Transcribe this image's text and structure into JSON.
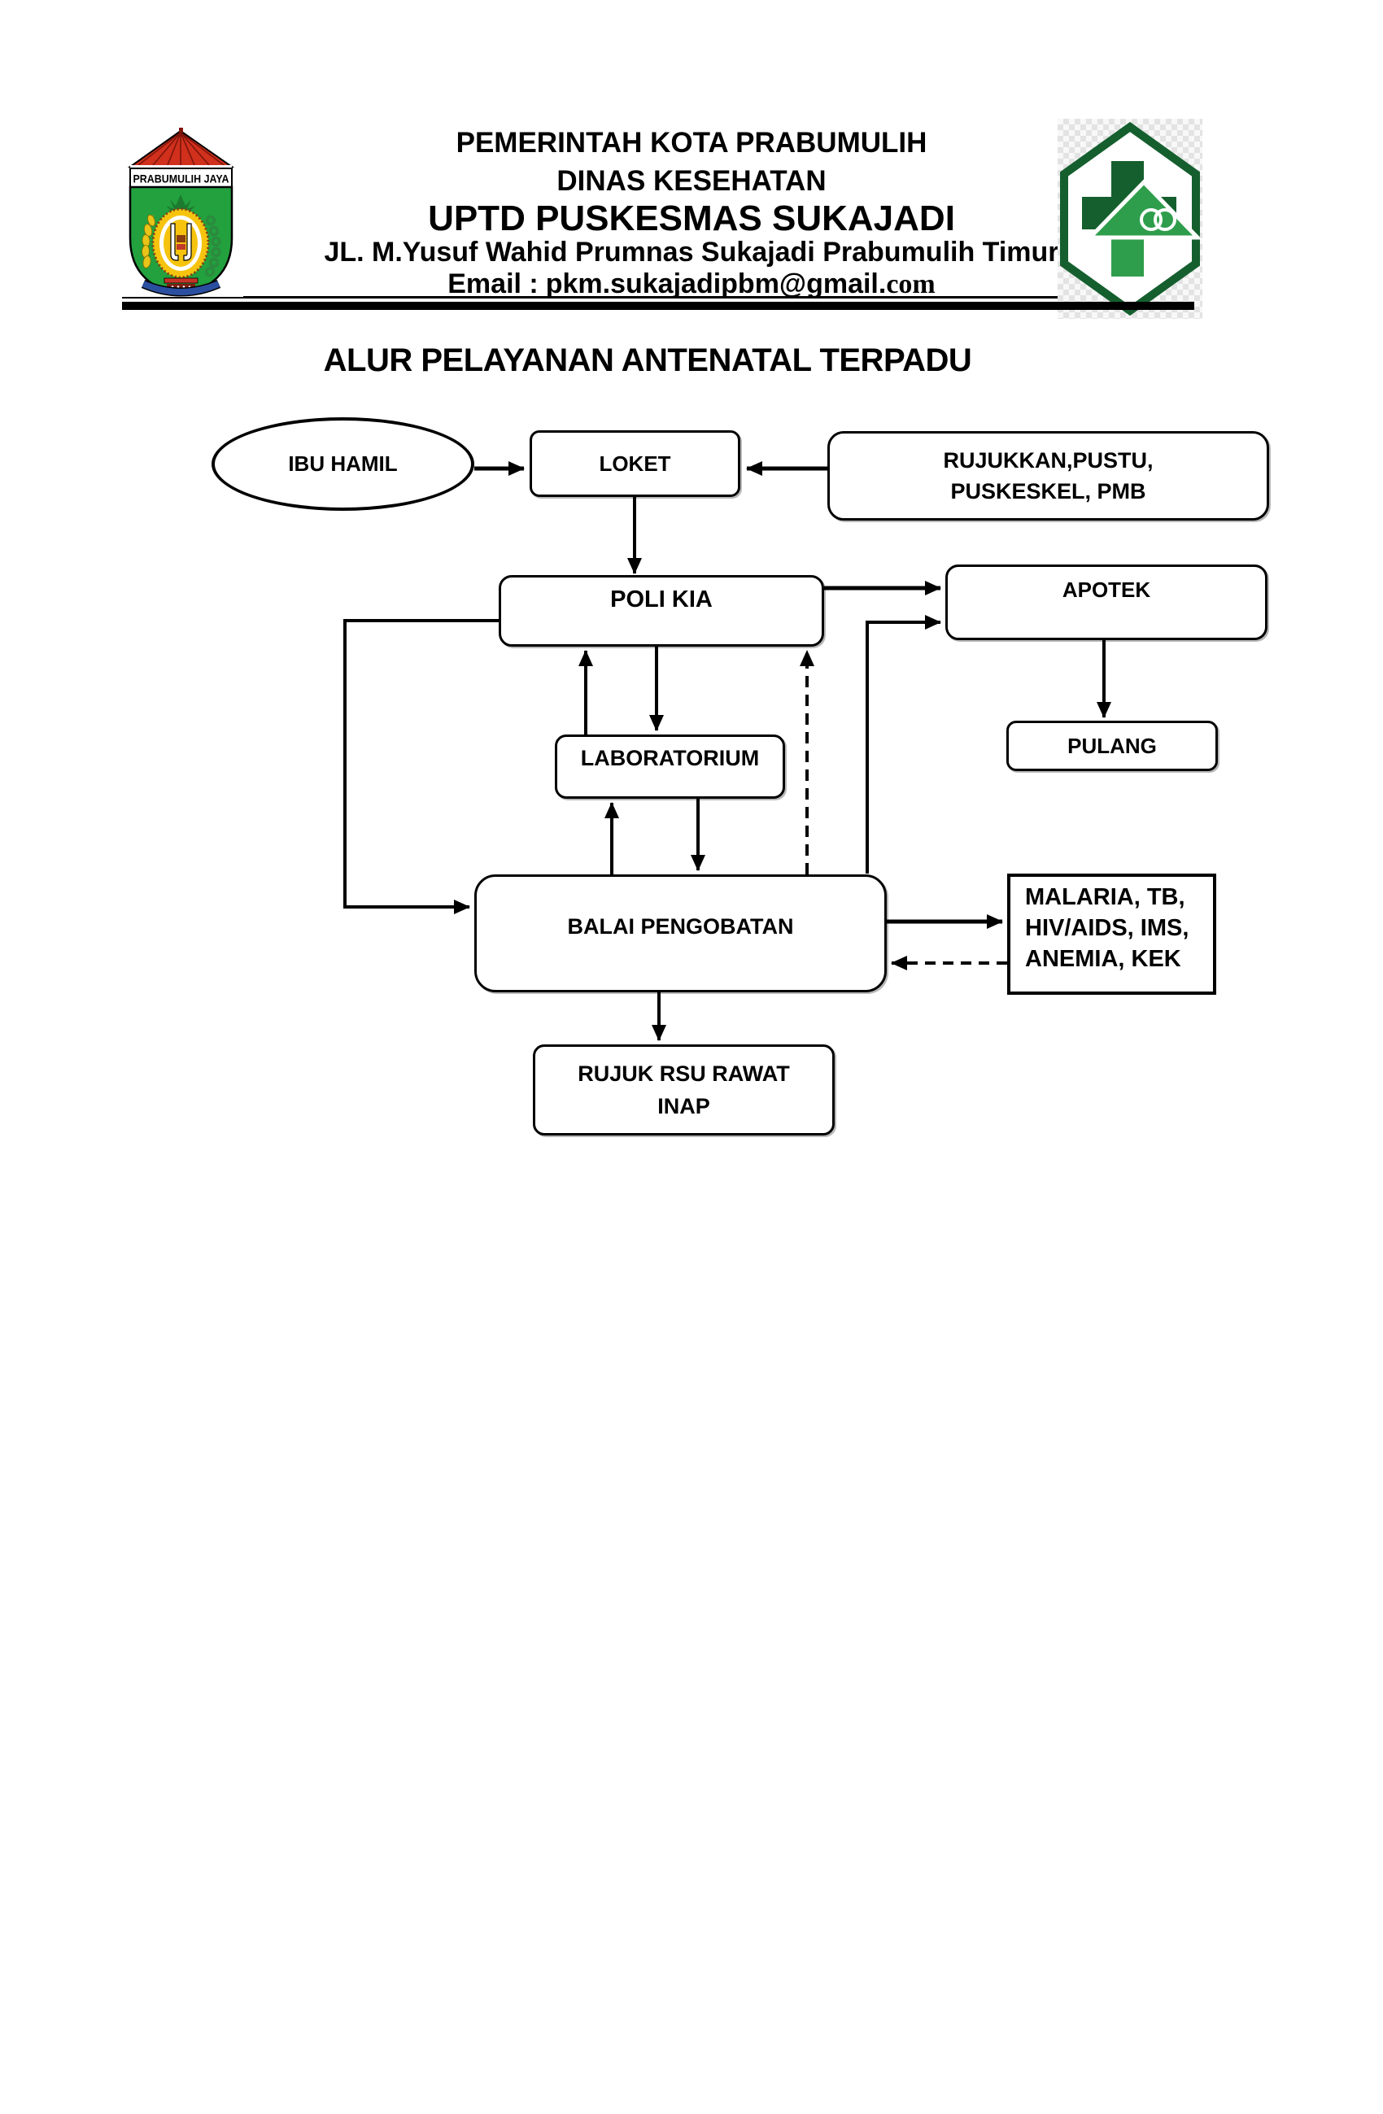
{
  "document": {
    "title": "ALUR PELAYANAN ANTENATAL TERPADU"
  },
  "header": {
    "line1": "PEMERINTAH KOTA PRABUMULIH",
    "line2": "DINAS KESEHATAN",
    "line3": "UPTD PUSKESMAS SUKAJADI",
    "address": "JL. M.Yusuf Wahid Prumnas Sukajadi Prabumulih Timur",
    "email_label": "Email :",
    "email_address": "pkm.sukajadipbm@gmail.",
    "email_tld": "com"
  },
  "logos": {
    "left": {
      "name": "prabumulih-jaya-city-emblem",
      "banner_text": "PRABUMULIH JAYA"
    },
    "right": {
      "name": "puskesmas-green-cross-logo"
    }
  },
  "colors": {
    "ink": "#000000",
    "puskesmas_green_dark": "#155f2e",
    "puskesmas_green_light": "#2f9e4c",
    "emblem_green": "#22a13e",
    "emblem_red": "#d0301c",
    "emblem_yellow": "#f6c40e",
    "emblem_blue": "#2b4fa0"
  },
  "flowchart": {
    "nodes": {
      "ibu_hamil": {
        "label": "IBU HAMIL",
        "shape": "ellipse"
      },
      "loket": {
        "label": "LOKET",
        "shape": "rounded-box"
      },
      "rujukan": {
        "line1": "RUJUKKAN,PUSTU,",
        "line2": "PUSKESKEL, PMB",
        "shape": "rounded-box"
      },
      "poli_kia": {
        "label": "POLI KIA",
        "shape": "rounded-box"
      },
      "apotek": {
        "label": "APOTEK",
        "shape": "rounded-box"
      },
      "pulang": {
        "label": "PULANG",
        "shape": "rounded-box"
      },
      "laboratorium": {
        "label": "LABORATORIUM",
        "shape": "rounded-box"
      },
      "balai_pengobatan": {
        "label": "BALAI PENGOBATAN",
        "shape": "rounded-box"
      },
      "malaria_tb": {
        "line1": "MALARIA, TB,",
        "line2": "HIV/AIDS, IMS,",
        "line3": "ANEMIA, KEK",
        "shape": "box"
      },
      "rujuk_rsu": {
        "line1": "RUJUK RSU RAWAT",
        "line2": "INAP",
        "shape": "rounded-box"
      }
    },
    "edges": [
      {
        "from": "ibu_hamil",
        "to": "loket",
        "style": "solid"
      },
      {
        "from": "rujukan",
        "to": "loket",
        "style": "solid"
      },
      {
        "from": "loket",
        "to": "poli_kia",
        "style": "solid"
      },
      {
        "from": "poli_kia",
        "to": "apotek",
        "style": "solid"
      },
      {
        "from": "balai_pengobatan",
        "to": "apotek",
        "style": "solid"
      },
      {
        "from": "apotek",
        "to": "pulang",
        "style": "solid"
      },
      {
        "from": "poli_kia",
        "to": "balai_pengobatan",
        "style": "solid"
      },
      {
        "from": "laboratorium",
        "to": "poli_kia",
        "style": "solid"
      },
      {
        "from": "poli_kia",
        "to": "laboratorium",
        "style": "solid"
      },
      {
        "from": "balai_pengobatan",
        "to": "laboratorium",
        "style": "solid"
      },
      {
        "from": "laboratorium",
        "to": "balai_pengobatan",
        "style": "solid"
      },
      {
        "from": "balai_pengobatan",
        "to": "poli_kia",
        "style": "dashed"
      },
      {
        "from": "balai_pengobatan",
        "to": "malaria_tb",
        "style": "solid"
      },
      {
        "from": "malaria_tb",
        "to": "balai_pengobatan",
        "style": "dashed"
      },
      {
        "from": "balai_pengobatan",
        "to": "rujuk_rsu",
        "style": "solid"
      }
    ]
  }
}
